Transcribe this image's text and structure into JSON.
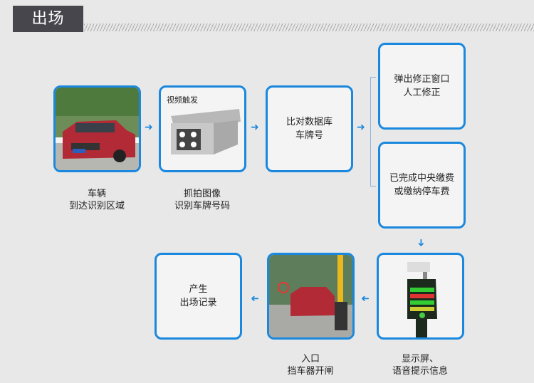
{
  "title": "出场",
  "steps": {
    "vehicle_label": "车辆\n到达识别区域",
    "camera_caption": "视频触发",
    "camera_label": "抓拍图像\n识别车牌号码",
    "compare": "比对数据库\n车牌号",
    "popup": "弹出修正窗口\n人工修正",
    "paid": "已完成中央缴费\n或缴纳停车费",
    "display_label": "显示屏、\n语音提示信息",
    "gate_label": "入口\n挡车器开闸",
    "record": "产生\n出场记录"
  },
  "colors": {
    "accent": "#1a88de",
    "title_bg": "#46464c",
    "background": "#e8e8e8"
  }
}
